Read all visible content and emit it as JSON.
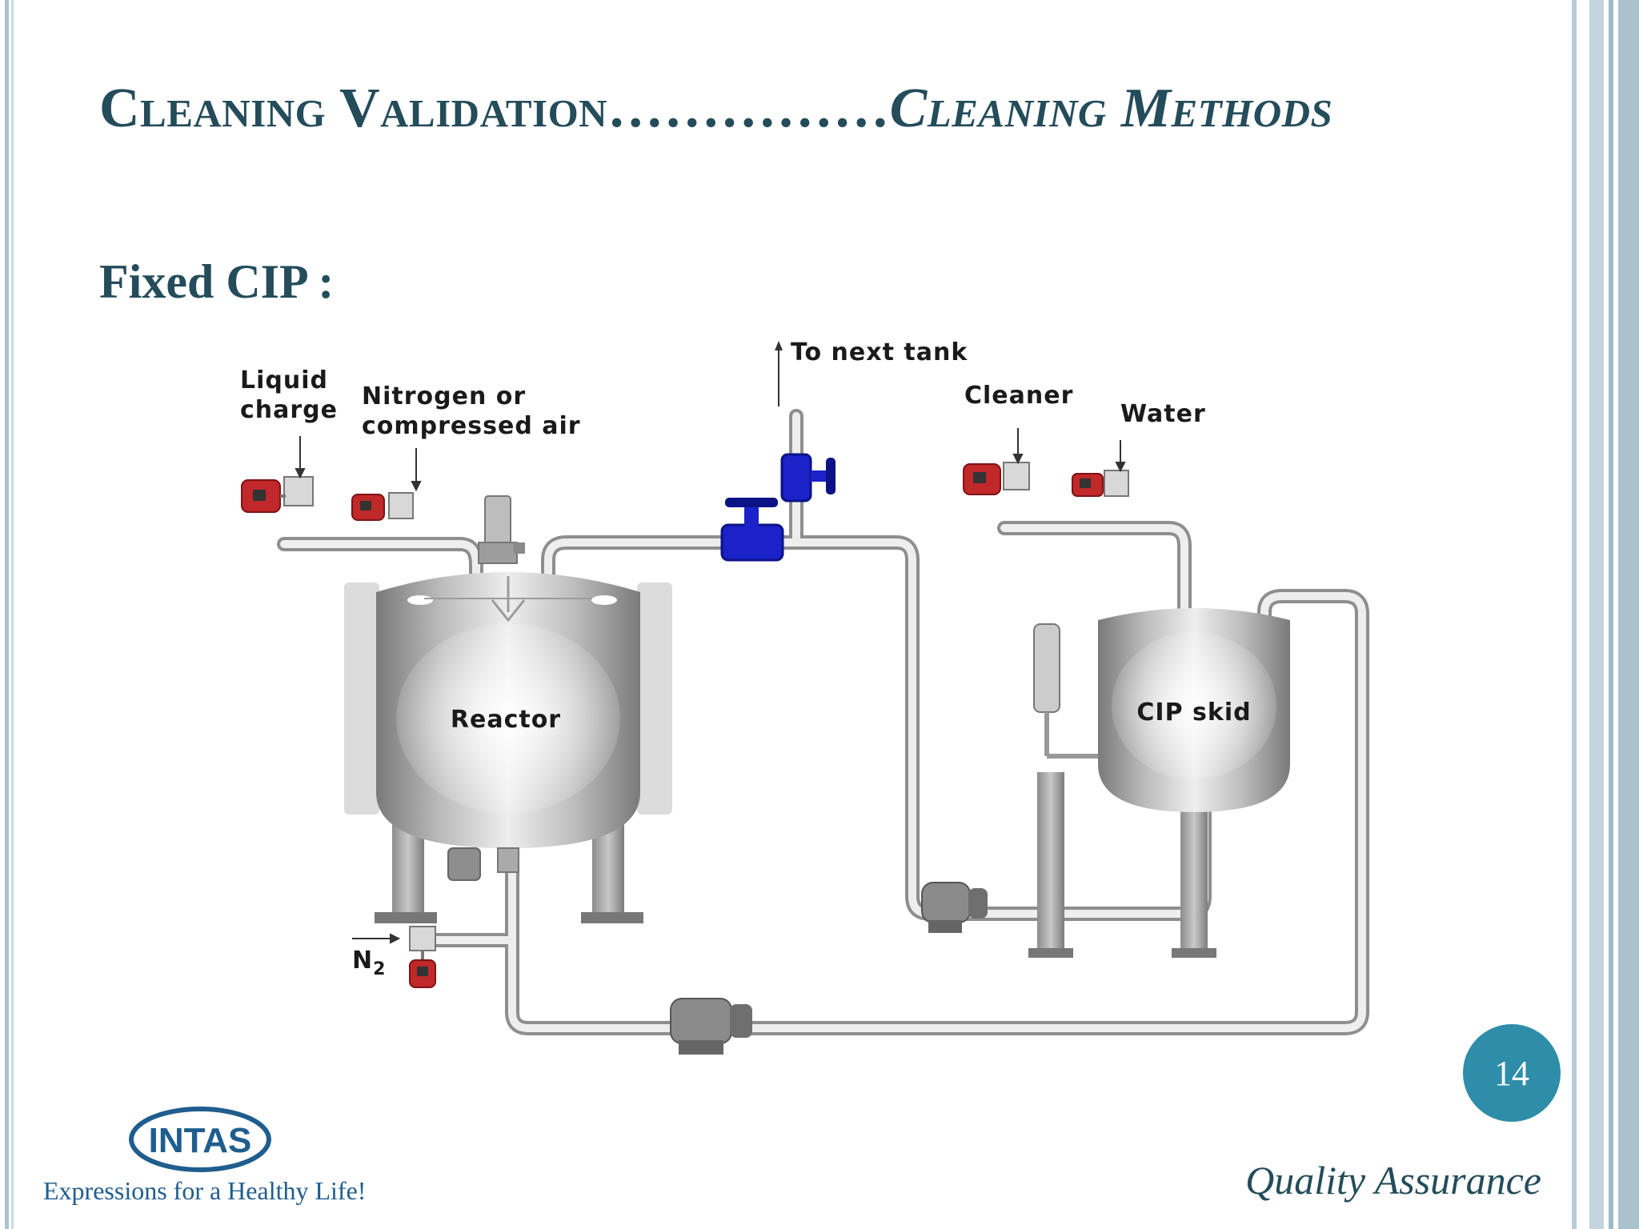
{
  "slide": {
    "title_part1": "Cleaning Validation",
    "title_dots": "……………",
    "title_part2": "Cleaning Methods",
    "subheading": "Fixed CIP :",
    "page_number": "14",
    "footer_right": "Quality Assurance"
  },
  "logo": {
    "wordmark": "INTAS",
    "tagline": "Expressions for a Healthy Life!"
  },
  "diagram": {
    "labels": {
      "liquid_charge_line1": "Liquid",
      "liquid_charge_line2": "charge",
      "nitrogen_line1": "Nitrogen or",
      "nitrogen_line2": "compressed air",
      "to_next_tank": "To next tank",
      "cleaner": "Cleaner",
      "water": "Water",
      "reactor": "Reactor",
      "cip_skid": "CIP skid",
      "n2_base": "N",
      "n2_sub": "2"
    }
  },
  "colors": {
    "title": "#244c5a",
    "accent_circle": "#2e8da8",
    "valve_blue": "#1a22c8",
    "actuator_red": "#c0282a",
    "logo_blue": "#1f5d8e"
  }
}
